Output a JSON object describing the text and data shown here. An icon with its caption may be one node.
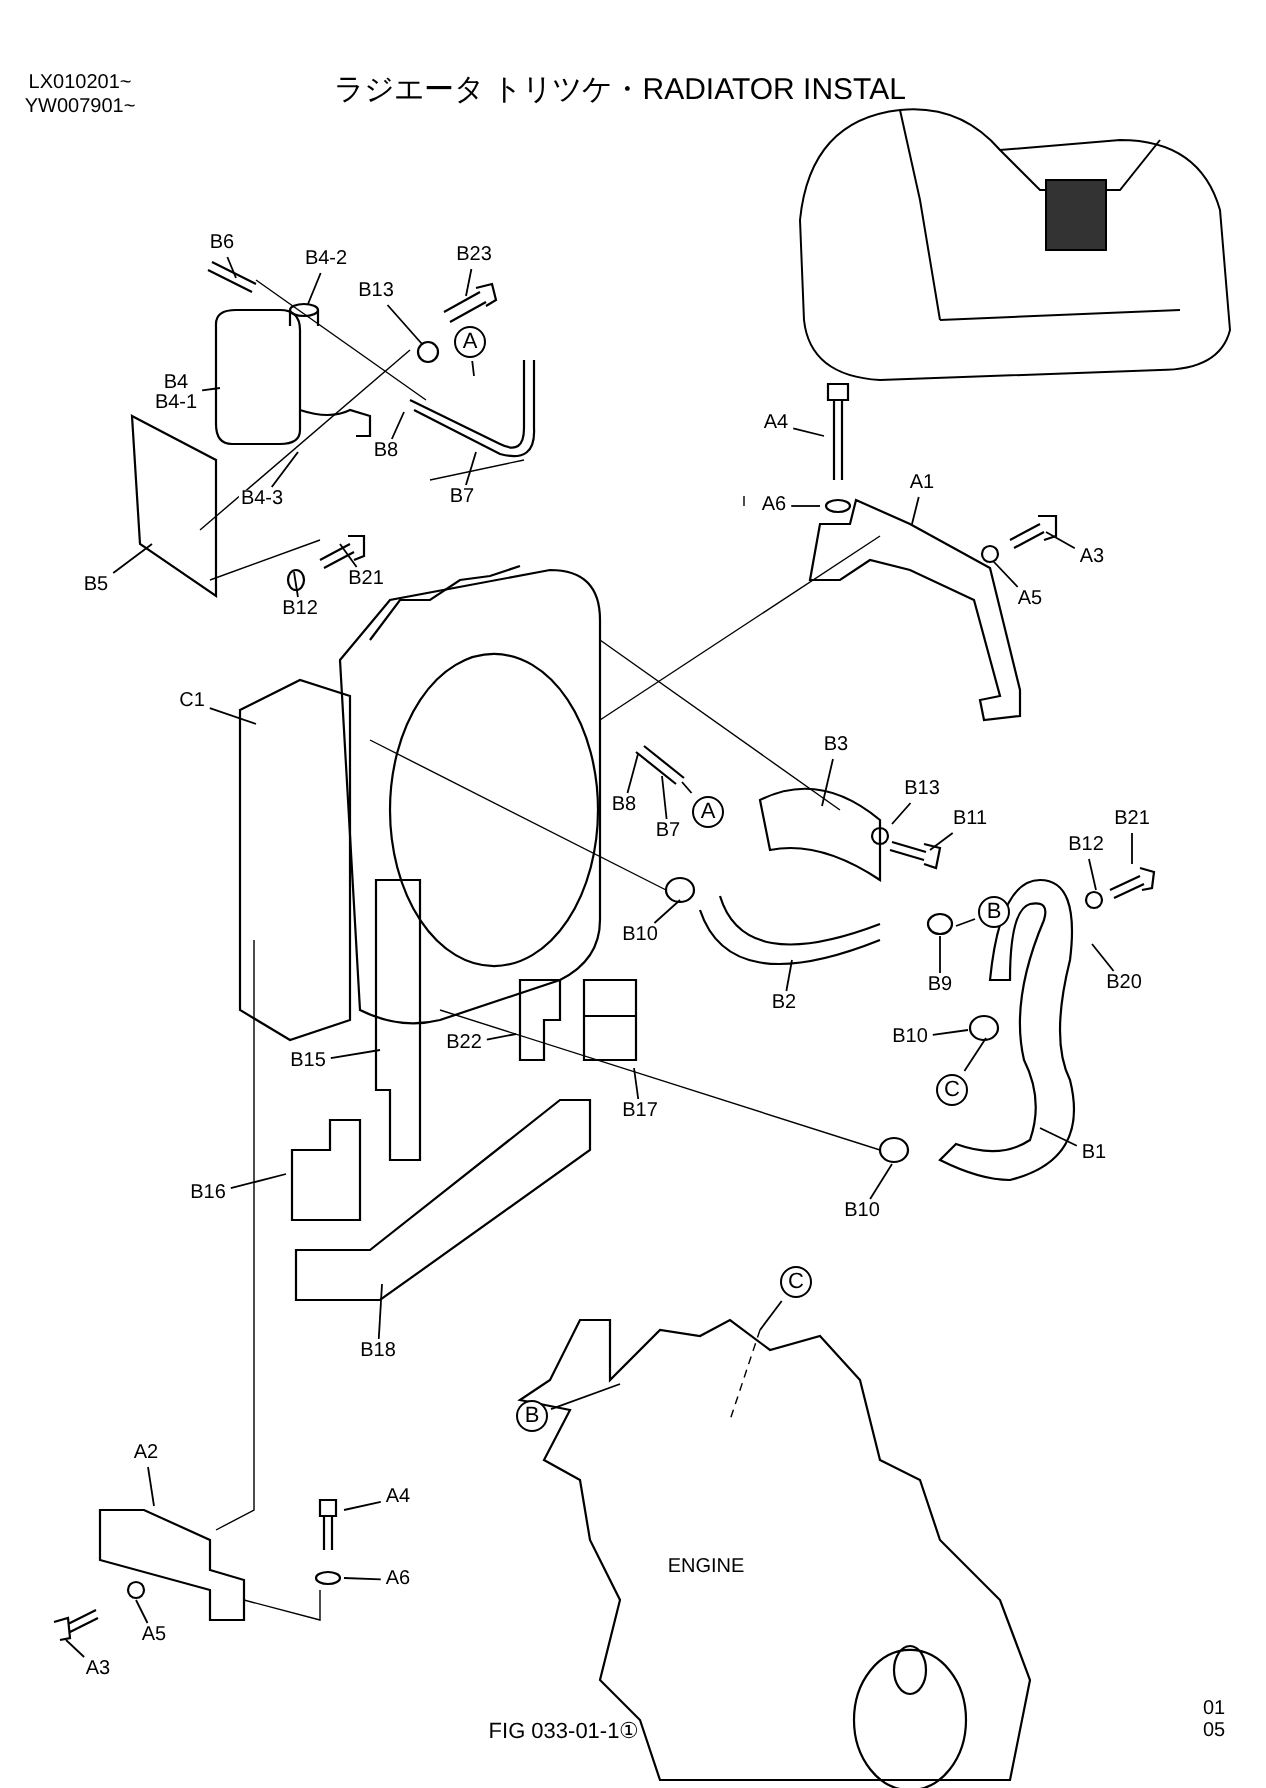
{
  "diagram": {
    "title": "ラジエータ トリツケ・RADIATOR INSTAL",
    "nodes": [
      {
        "text": [
          "B6"
        ]
      },
      {
        "text": [
          "B4-2"
        ]
      },
      {
        "text": [
          "B23"
        ]
      },
      {
        "text": [
          "B13"
        ]
      },
      {
        "text": [
          "A"
        ]
      },
      {
        "text": [
          "B4",
          "B4-1"
        ]
      },
      {
        "text": [
          "B8"
        ]
      },
      {
        "text": [
          "B4-3"
        ]
      },
      {
        "text": [
          "B7"
        ]
      },
      {
        "text": [
          "B5"
        ]
      },
      {
        "text": [
          "B12"
        ]
      },
      {
        "text": [
          "B21"
        ]
      },
      {
        "text": [
          "A4"
        ]
      },
      {
        "text": [
          "A6"
        ]
      },
      {
        "text": [
          "A1"
        ]
      },
      {
        "text": [
          "A3"
        ]
      },
      {
        "text": [
          "A5"
        ]
      },
      {
        "text": [
          "C1"
        ]
      },
      {
        "text": [
          "B8"
        ]
      },
      {
        "text": [
          "B7"
        ]
      },
      {
        "text": [
          "A"
        ]
      },
      {
        "text": [
          "B3"
        ]
      },
      {
        "text": [
          "B13"
        ]
      },
      {
        "text": [
          "B11"
        ]
      },
      {
        "text": [
          "B21"
        ]
      },
      {
        "text": [
          "B12"
        ]
      },
      {
        "text": [
          "B10"
        ]
      },
      {
        "text": [
          "B"
        ]
      },
      {
        "text": [
          "B20"
        ]
      },
      {
        "text": [
          "B2"
        ]
      },
      {
        "text": [
          "B9"
        ]
      },
      {
        "text": [
          "B10"
        ]
      },
      {
        "text": [
          "C"
        ]
      },
      {
        "text": [
          "B15"
        ]
      },
      {
        "text": [
          "B22"
        ]
      },
      {
        "text": [
          "B17"
        ]
      },
      {
        "text": [
          "B1"
        ]
      },
      {
        "text": [
          "B16"
        ]
      },
      {
        "text": [
          "B10"
        ]
      },
      {
        "text": [
          "B18"
        ]
      },
      {
        "text": [
          "C"
        ]
      },
      {
        "text": [
          "B"
        ]
      },
      {
        "text": [
          "A2"
        ]
      },
      {
        "text": [
          "A4"
        ]
      },
      {
        "text": [
          "A6"
        ]
      },
      {
        "text": [
          "A5"
        ]
      },
      {
        "text": [
          "A3"
        ]
      }
    ],
    "edges": [
      {
        "from": 0,
        "to": null,
        "arrow": "none"
      },
      {
        "from": 1,
        "to": null,
        "arrow": "none"
      },
      {
        "from": 2,
        "to": null,
        "arrow": "none"
      },
      {
        "from": 3,
        "to": null,
        "arrow": "none"
      },
      {
        "from": 4,
        "to": null,
        "arrow": "none"
      },
      {
        "from": 5,
        "to": null,
        "arrow": "none"
      },
      {
        "from": 6,
        "to": null,
        "arrow": "none"
      },
      {
        "from": 7,
        "to": null,
        "arrow": "none"
      },
      {
        "from": 8,
        "to": null,
        "arrow": "none"
      },
      {
        "from": 9,
        "to": null,
        "arrow": "none"
      },
      {
        "from": 10,
        "to": null,
        "arrow": "none"
      },
      {
        "from": 11,
        "to": null,
        "arrow": "none"
      },
      {
        "from": 12,
        "to": null,
        "arrow": "none"
      },
      {
        "from": 13,
        "to": null,
        "arrow": "none"
      },
      {
        "from": 14,
        "to": null,
        "arrow": "none"
      },
      {
        "from": 15,
        "to": null,
        "arrow": "none"
      },
      {
        "from": 16,
        "to": null,
        "arrow": "none"
      },
      {
        "from": 17,
        "to": null,
        "arrow": "none"
      },
      {
        "from": 18,
        "to": null,
        "arrow": "none"
      },
      {
        "from": 19,
        "to": null,
        "arrow": "none"
      },
      {
        "from": 20,
        "to": null,
        "arrow": "none"
      },
      {
        "from": 21,
        "to": null,
        "arrow": "none"
      },
      {
        "from": 22,
        "to": null,
        "arrow": "none"
      },
      {
        "from": 23,
        "to": null,
        "arrow": "none"
      },
      {
        "from": 24,
        "to": null,
        "arrow": "none"
      },
      {
        "from": 25,
        "to": null,
        "arrow": "none"
      },
      {
        "from": 26,
        "to": null,
        "arrow": "none"
      },
      {
        "from": 27,
        "to": null,
        "arrow": "none"
      },
      {
        "from": 28,
        "to": null,
        "arrow": "none"
      },
      {
        "from": 29,
        "to": null,
        "arrow": "none"
      },
      {
        "from": 30,
        "to": null,
        "arrow": "none"
      },
      {
        "from": 31,
        "to": null,
        "arrow": "none"
      },
      {
        "from": 32,
        "to": null,
        "arrow": "none"
      },
      {
        "from": 33,
        "to": null,
        "arrow": "none"
      },
      {
        "from": 34,
        "to": null,
        "arrow": "none"
      },
      {
        "from": 35,
        "to": null,
        "arrow": "none"
      },
      {
        "from": 36,
        "to": null,
        "arrow": "none"
      },
      {
        "from": 37,
        "to": null,
        "arrow": "none"
      },
      {
        "from": 38,
        "to": null,
        "arrow": "none"
      },
      {
        "from": 39,
        "to": null,
        "arrow": "none"
      },
      {
        "from": 40,
        "to": null,
        "arrow": "none"
      },
      {
        "from": 41,
        "to": null,
        "arrow": "none"
      },
      {
        "from": 42,
        "to": null,
        "arrow": "none"
      },
      {
        "from": 43,
        "to": null,
        "arrow": "none"
      },
      {
        "from": 44,
        "to": null,
        "arrow": "none"
      },
      {
        "from": 45,
        "to": null,
        "arrow": "none"
      },
      {
        "from": 46,
        "to": null,
        "arrow": "none"
      }
    ],
    "labels": [
      "LX010201~",
      "YW007901~",
      "ENGINE",
      "FIG 033-01-1①",
      "01",
      "05"
    ]
  }
}
